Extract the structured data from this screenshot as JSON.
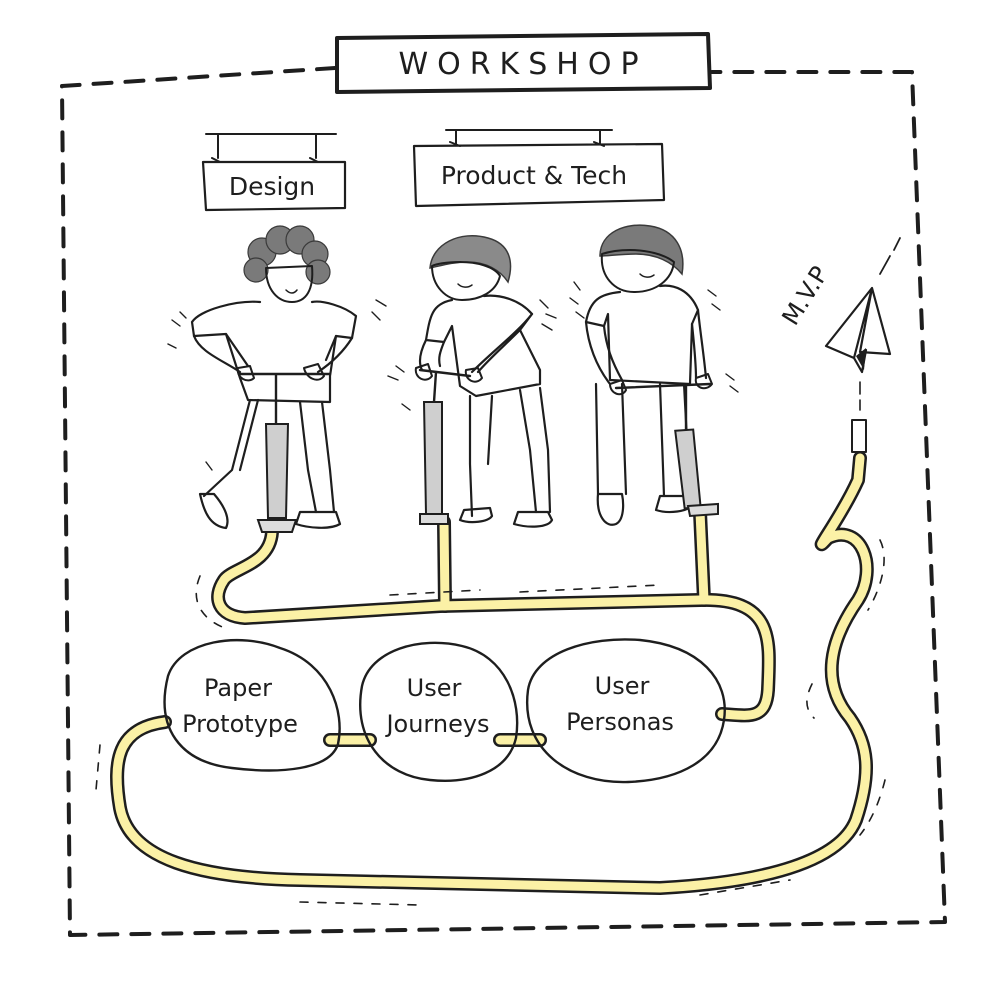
{
  "title": "WORKSHOP",
  "signs": {
    "design": "Design",
    "product_tech": "Product & Tech"
  },
  "blobs": {
    "paper_prototype": [
      "Paper",
      "Prototype"
    ],
    "user_journeys": [
      "User",
      "Journeys"
    ],
    "user_personas": [
      "User",
      "Personas"
    ]
  },
  "mvp_label": "M.V.P",
  "colors": {
    "ink": "#1e1e1e",
    "tube_fill": "#fbf1a6",
    "blob_fill": "#faf0b8",
    "hair": "#7a7a7a",
    "pump_gray": "#cfcfcf"
  },
  "icons": {
    "mvp": "paper-plane-icon"
  }
}
